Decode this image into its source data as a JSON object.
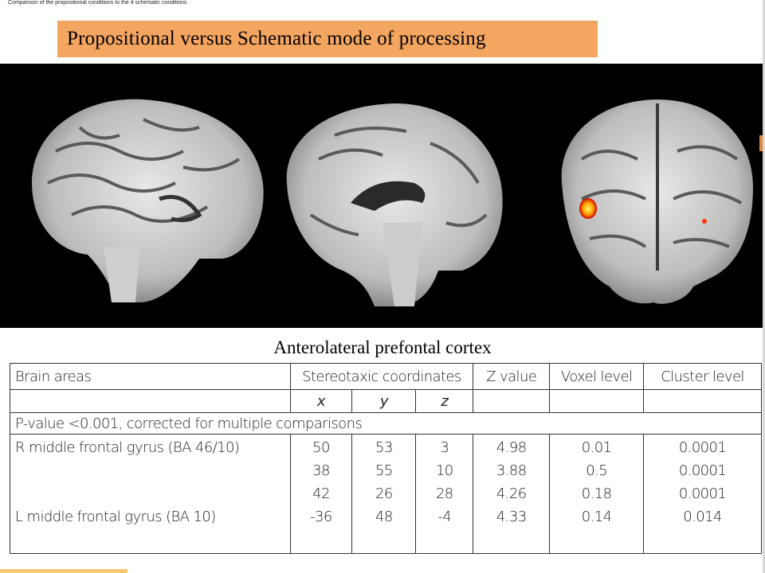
{
  "header": {
    "caption": "Comparison of the propositional conditions to the 4 schematic conditions",
    "title": "Propositional versus Schematic mode of processing"
  },
  "figure": {
    "caption": "Anterolateral prefontal cortex"
  },
  "table": {
    "headers": {
      "areas": "Brain areas",
      "coords": "Stereotaxic coordinates",
      "z_value": "Z value",
      "voxel": "Voxel level",
      "cluster": "Cluster level"
    },
    "axes": {
      "x": "x",
      "y": "y",
      "z": "z"
    },
    "pvalue_note": "P-value <0.001, corrected for multiple comparisons",
    "regions": {
      "r_mfg": "R middle frontal gyrus (BA 46/10)",
      "l_mfg": "L middle frontal gyrus (BA 10)"
    },
    "rows": [
      {
        "x": "50",
        "y": "53",
        "z": "3",
        "zval": "4.98",
        "voxel": "0.01",
        "cluster": "0.0001"
      },
      {
        "x": "38",
        "y": "55",
        "z": "10",
        "zval": "3.88",
        "voxel": "0.5",
        "cluster": "0.0001"
      },
      {
        "x": "42",
        "y": "26",
        "z": "28",
        "zval": "4.26",
        "voxel": "0.18",
        "cluster": "0.0001"
      },
      {
        "x": "-36",
        "y": "48",
        "z": "-4",
        "zval": "4.33",
        "voxel": "0.14",
        "cluster": "0.014"
      }
    ]
  },
  "colors": {
    "title_bg": "#f4a560",
    "panel_bg": "#000000",
    "activation": "#ffcc00"
  }
}
